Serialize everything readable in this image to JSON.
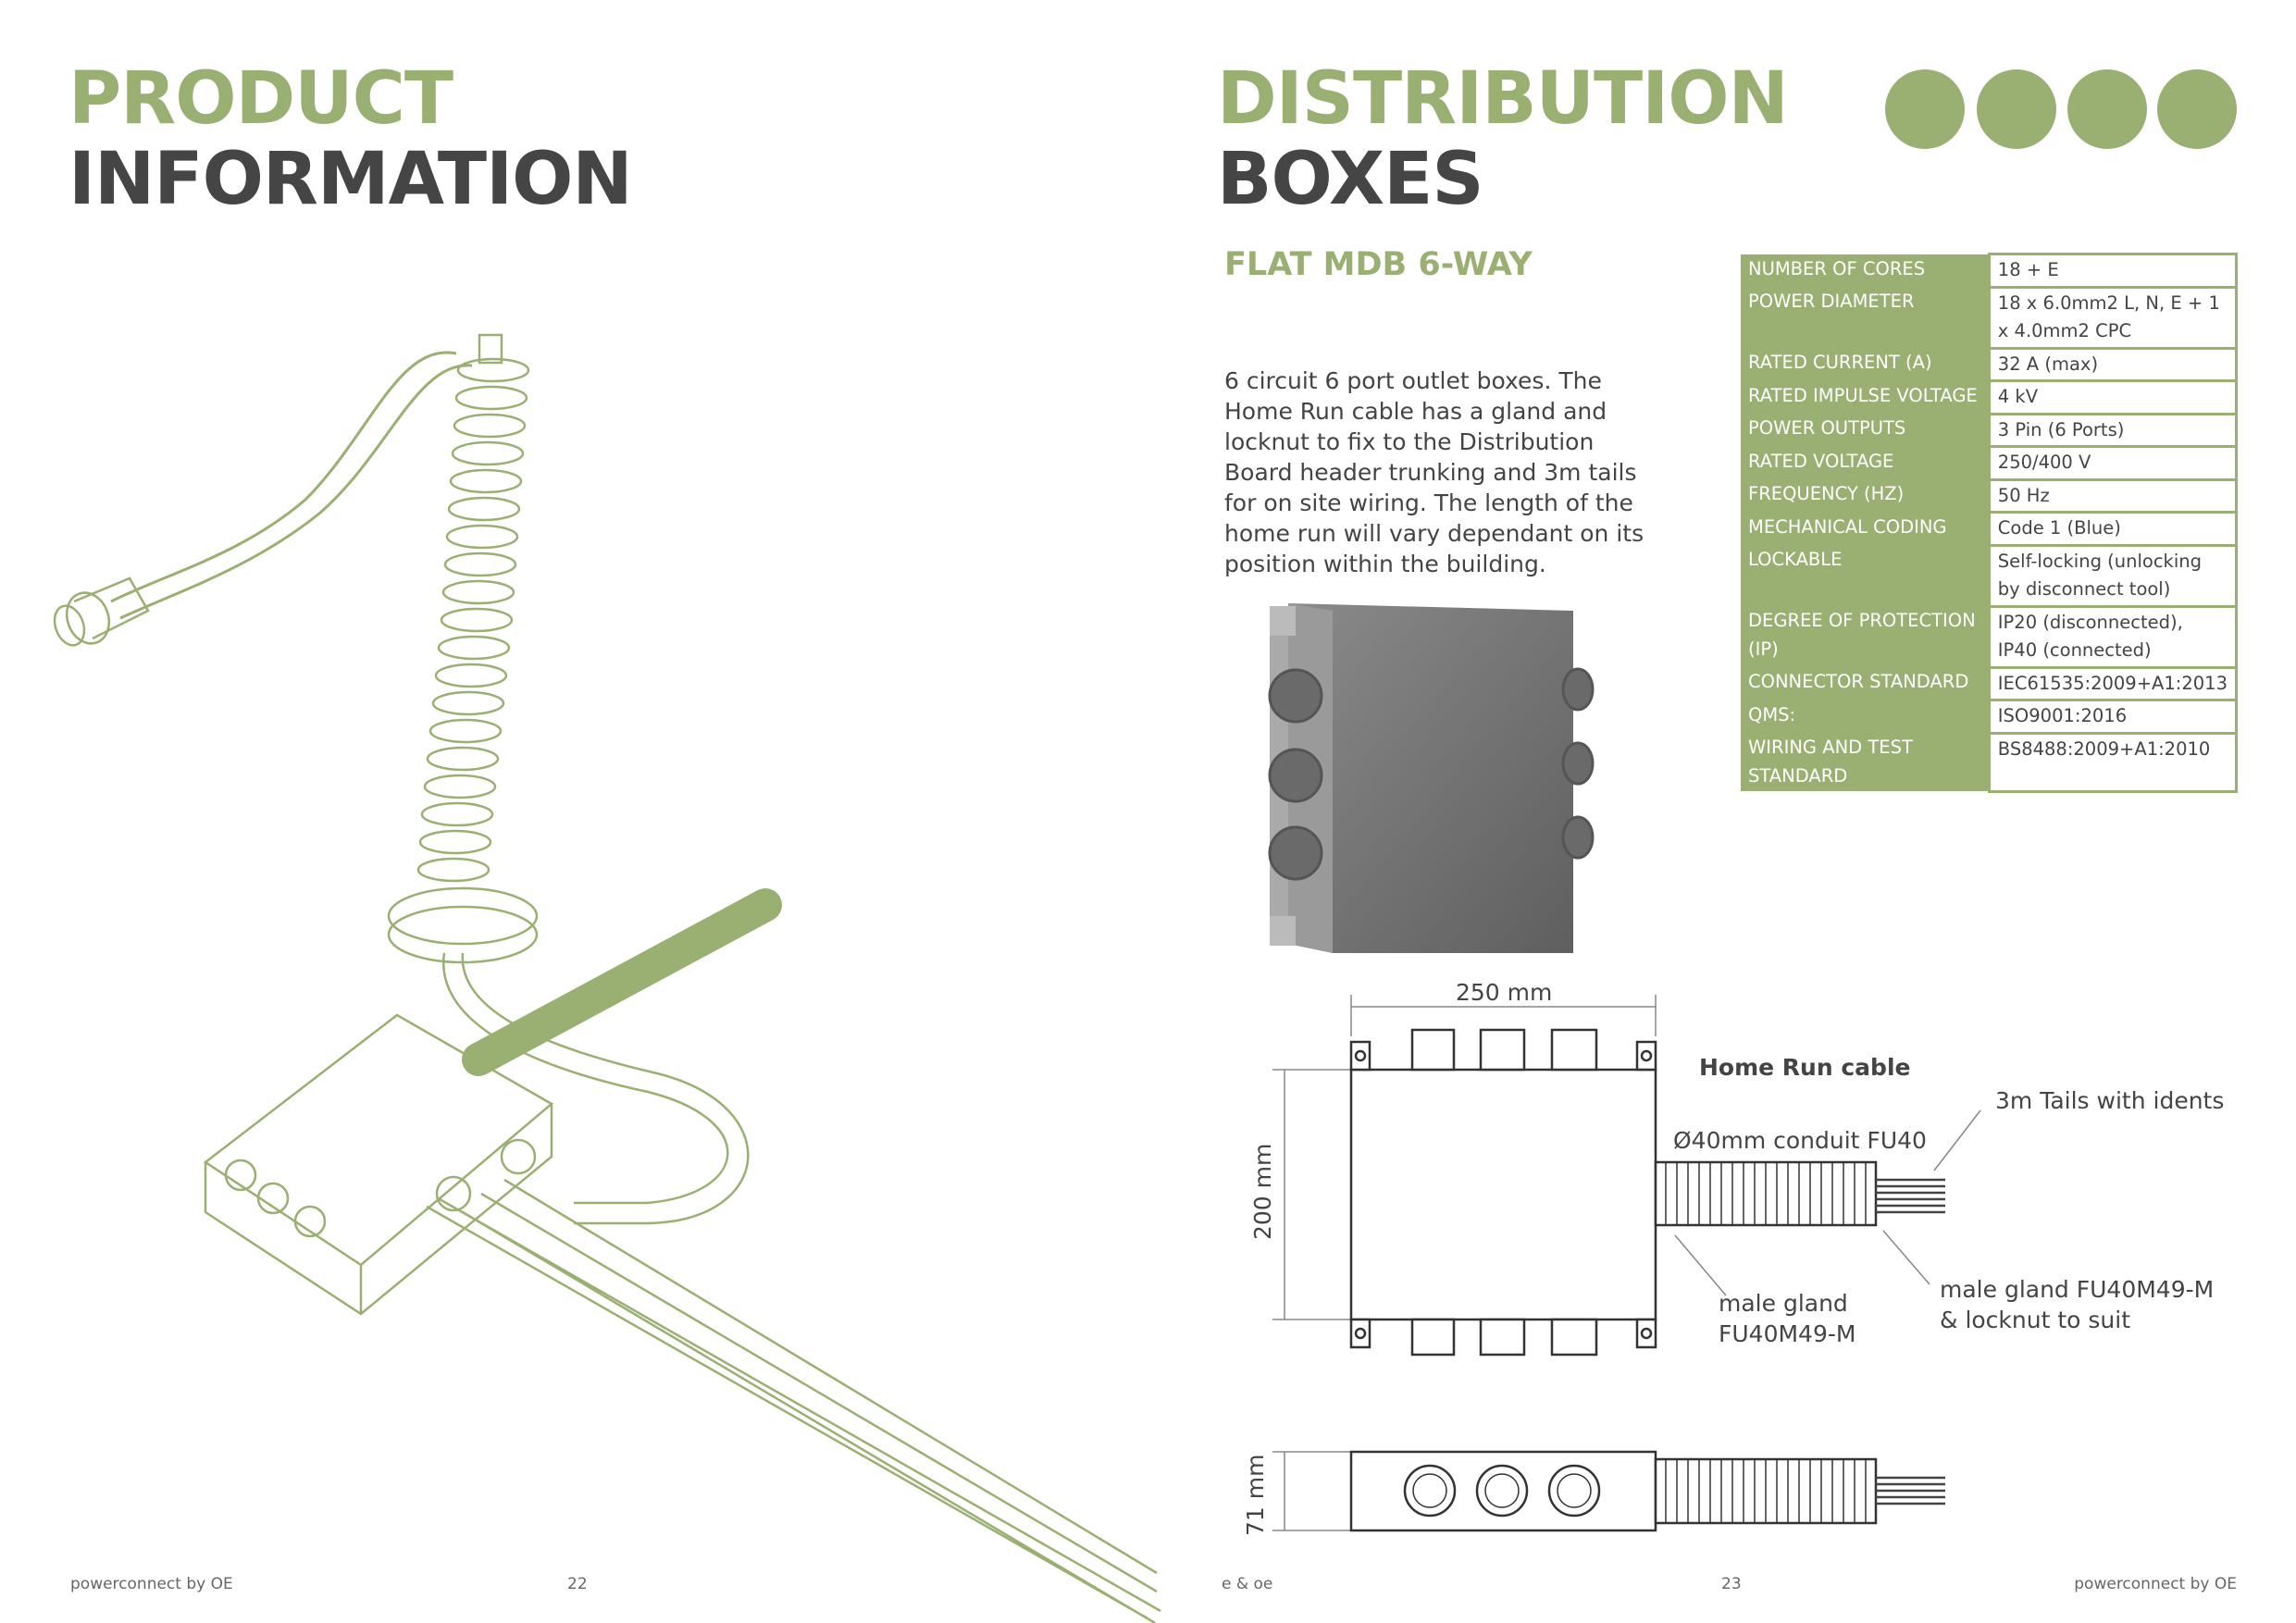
{
  "left_page": {
    "title_line1": "PRODUCT",
    "title_line2": "INFORMATION",
    "footer_brand": "powerconnect by OE",
    "page_number": "22"
  },
  "right_page": {
    "title_line1": "DISTRIBUTION",
    "title_line2": "BOXES",
    "product_name": "FLAT MDB 6-WAY",
    "description": "6 circuit 6 port outlet boxes. The Home Run cable has a gland and locknut to fix to the Distribution Board header trunking and 3m tails for on site wiring. The length of the home run will vary dependant on its position within the building.",
    "specs": [
      {
        "label": "NUMBER OF CORES",
        "value": "18 + E"
      },
      {
        "label": "POWER DIAMETER",
        "value": "18 x 6.0mm2 L, N, E + 1 x 4.0mm2 CPC"
      },
      {
        "label": "RATED CURRENT (A)",
        "value": "32 A (max)"
      },
      {
        "label": "RATED IMPULSE VOLTAGE",
        "value": "4 kV"
      },
      {
        "label": "POWER OUTPUTS",
        "value": "3 Pin (6 Ports)"
      },
      {
        "label": "RATED VOLTAGE",
        "value": "250/400 V"
      },
      {
        "label": "FREQUENCY (HZ)",
        "value": "50 Hz"
      },
      {
        "label": "MECHANICAL CODING",
        "value": "Code 1 (Blue)"
      },
      {
        "label": "LOCKABLE",
        "value": "Self-locking (unlocking by disconnect tool)"
      },
      {
        "label": "DEGREE OF PROTECTION (IP)",
        "value": "IP20 (disconnected), IP40 (connected)"
      },
      {
        "label": "CONNECTOR STANDARD",
        "value": "IEC61535:2009+A1:2013"
      },
      {
        "label": "QMS:",
        "value": "ISO9001:2016"
      },
      {
        "label": "WIRING AND TEST STANDARD",
        "value": "BS8488:2009+A1:2010"
      }
    ],
    "drawing": {
      "width_dim": "250 mm",
      "height_dim": "200 mm",
      "depth_dim": "71 mm",
      "home_run": "Home Run cable",
      "tails": "3m Tails with idents",
      "conduit": "Ø40mm conduit FU40",
      "gland_line1": "male gland",
      "gland_line2": "FU40M49-M",
      "gland_locknut_line1": "male gland FU40M49-M",
      "gland_locknut_line2": "& locknut to suit"
    },
    "footer_left": "e & oe",
    "page_number": "23",
    "footer_brand": "powerconnect by OE"
  },
  "colors": {
    "accent": "#9aaf72",
    "dark": "#454545"
  }
}
